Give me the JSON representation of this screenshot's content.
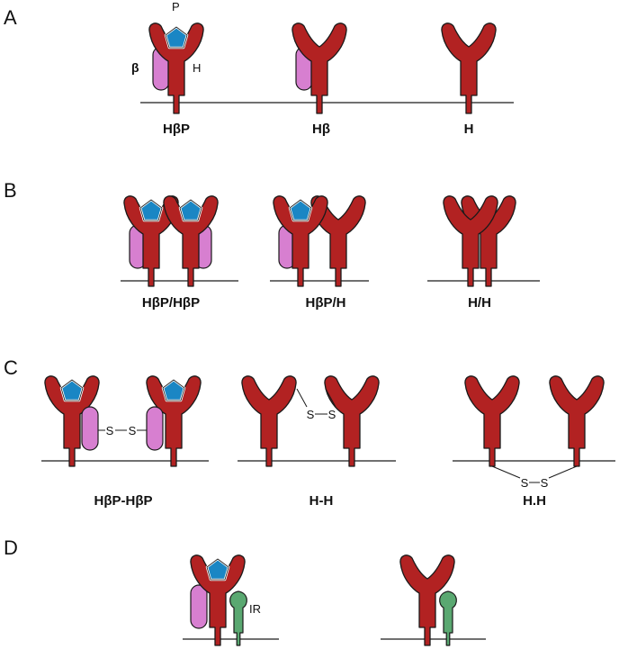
{
  "colors": {
    "heavy_chain": "#b22222",
    "beta": "#d77fd0",
    "peptide": "#1a86c4",
    "ir": "#5aa871",
    "outline": "#1a1a1a"
  },
  "panels": {
    "a": {
      "letter": "A",
      "labels": {
        "peptide": "P",
        "beta": "β",
        "heavy": "H"
      },
      "captions": [
        "HβP",
        "Hβ",
        "H"
      ]
    },
    "b": {
      "letter": "B",
      "captions": [
        "HβP/HβP",
        "HβP/H",
        "H/H"
      ]
    },
    "c": {
      "letter": "C",
      "captions": [
        "HβP-HβP",
        "H-H",
        "H.H"
      ],
      "bonds": {
        "b1_left": "S",
        "b1_right": "S",
        "b2_left": "S",
        "b2_right": "S",
        "b3_left": "S",
        "b3_right": "S"
      }
    },
    "d": {
      "letter": "D",
      "ir_label": "IR"
    }
  }
}
